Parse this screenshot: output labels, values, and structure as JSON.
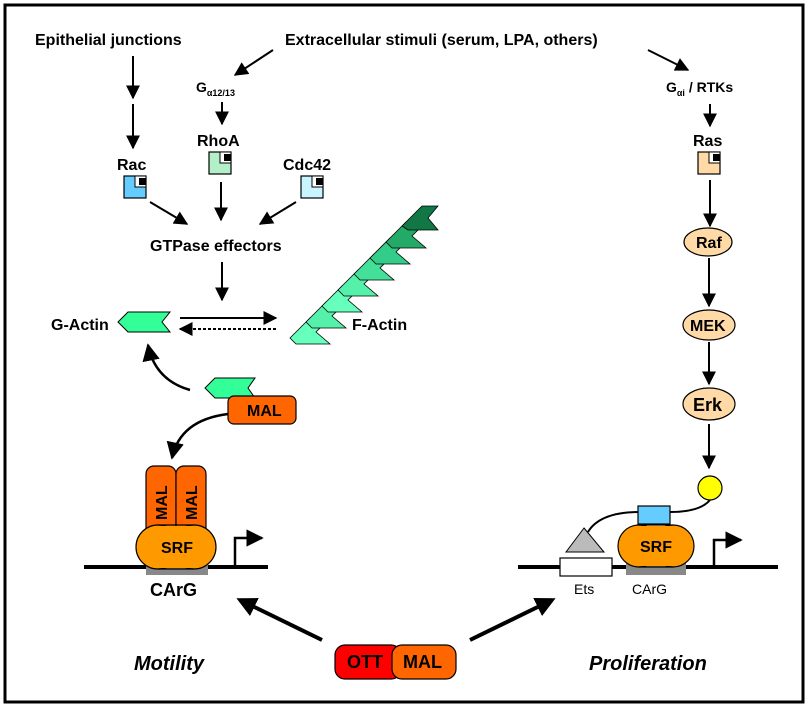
{
  "top": {
    "epithelial": "Epithelial junctions",
    "extracellular": "Extracellular stimuli (serum, LPA, others)",
    "galpha12_main": "G",
    "galpha12_sub": "α12/13",
    "galphai_main": "G",
    "galphai_sub": "αi",
    "galphai_rest": " / RTKs"
  },
  "gtpases": {
    "rac": "Rac",
    "rhoa": "RhoA",
    "cdc42": "Cdc42",
    "ras": "Ras",
    "effectors": "GTPase effectors"
  },
  "actin": {
    "g_actin": "G-Actin",
    "f_actin": "F-Actin"
  },
  "kinases": {
    "raf": "Raf",
    "mek": "MEK",
    "erk": "Erk"
  },
  "proteins": {
    "mal": "MAL",
    "srf": "SRF",
    "ott": "OTT",
    "ets": "Ets"
  },
  "dna": {
    "carg_left": "CArG",
    "carg_right": "CArG"
  },
  "outcomes": {
    "motility": "Motility",
    "proliferation": "Proliferation"
  },
  "colors": {
    "rac": "#66ccff",
    "rhoa": "#b3f0c8",
    "cdc42": "#c8f4ff",
    "ras": "#ffd9a6",
    "kinase": "#ffd9a6",
    "mal": "#ff6600",
    "srf": "#ff9900",
    "ott": "#ff0000",
    "actin": "#33ff99",
    "phospho": "#ffff00",
    "box_blue": "#66ccff"
  }
}
